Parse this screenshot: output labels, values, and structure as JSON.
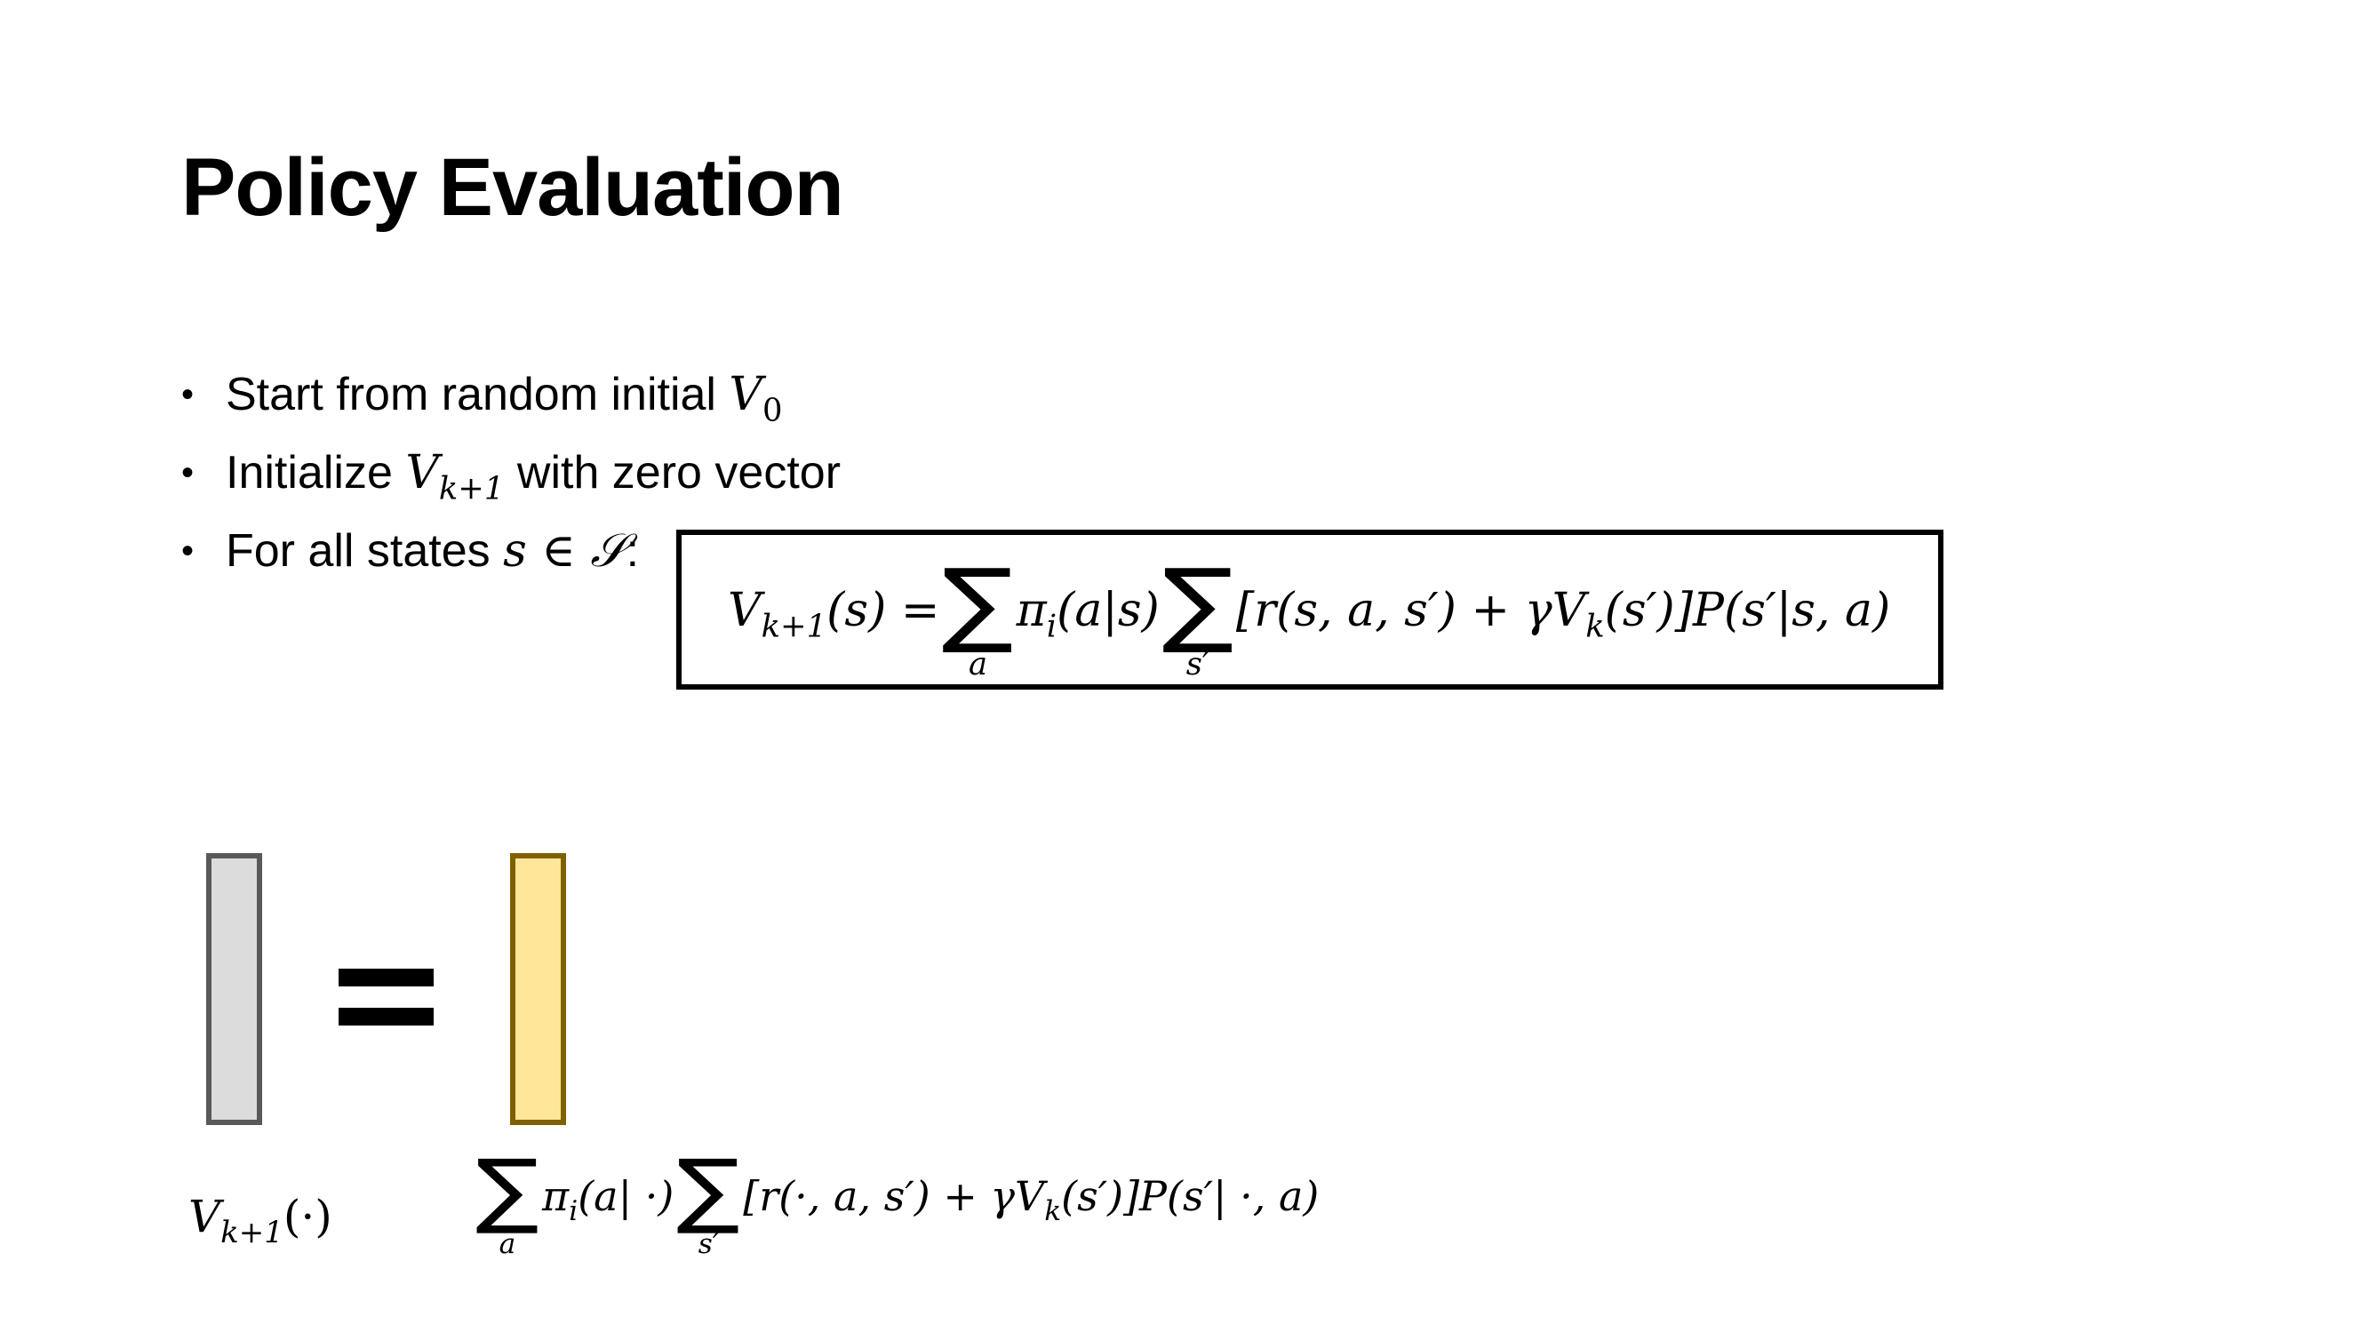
{
  "slide": {
    "title": "Policy Evaluation",
    "bullets": [
      {
        "text": "Start from random initial ",
        "math": "V",
        "sub": "0",
        "after": ""
      },
      {
        "text": "Initialize ",
        "math": "V",
        "sub": "k+1",
        "after": " with zero vector"
      },
      {
        "text": "For all states ",
        "math": "s ∈ 𝒮",
        "sub": "",
        "after": ":"
      }
    ],
    "bullet_symbol": "•"
  },
  "formula_box": {
    "lhs": "V",
    "lhs_sub": "k+1",
    "lhs_arg": "(s) =",
    "sum1_index": "a",
    "policy": "π",
    "policy_sub": "i",
    "policy_arg": "(a|s)",
    "sum2_index": "s′",
    "bracket_text": "[r(s, a, s′) + γV",
    "bracket_sub": "k",
    "bracket_tail": "(s′)]P(s′|s, a)"
  },
  "diagram": {
    "lhs_label": "V",
    "lhs_label_sub": "k+1",
    "lhs_label_arg": "(·)",
    "rhs": {
      "sum1_index": "a",
      "policy": "π",
      "policy_sub": "i",
      "policy_arg": "(a| ·)",
      "sum2_index": "s′",
      "bracket_text": "[r(·, a, s′) + γV",
      "bracket_sub": "k",
      "bracket_tail": "(s′)]P(s′| ·, a)"
    },
    "colors": {
      "vector_gray_fill": "#dcdcdc",
      "vector_gray_border": "#595959",
      "vector_yellow_fill": "#ffe699",
      "vector_yellow_border": "#7f6000"
    }
  }
}
